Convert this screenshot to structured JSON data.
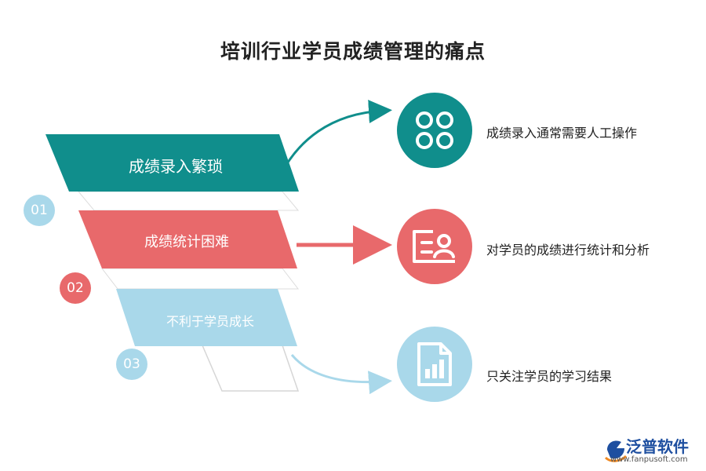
{
  "title": "培训行业学员成绩管理的痛点",
  "colors": {
    "teal": "#108e8c",
    "red": "#e8696b",
    "light_blue": "#a9d8ea"
  },
  "bands": [
    {
      "label": "成绩录入繁琐",
      "number": "01",
      "color": "#108e8c"
    },
    {
      "label": "成绩统计困难",
      "number": "02",
      "color": "#e8696b"
    },
    {
      "label": "不利于学员成长",
      "number": "03",
      "color": "#a9d8ea"
    }
  ],
  "items": [
    {
      "text": "成绩录入通常需要人工操作",
      "icon": "grid-circles-icon",
      "color": "#108e8c"
    },
    {
      "text": "对学员的成绩进行统计和分析",
      "icon": "profile-card-icon",
      "color": "#e8696b"
    },
    {
      "text": "只关注学员的学习结果",
      "icon": "report-chart-icon",
      "color": "#a9d8ea"
    }
  ],
  "logo": {
    "name": "泛普软件",
    "url": "www.fanpusoft.com",
    "icon": "fanpu-logo-icon"
  }
}
